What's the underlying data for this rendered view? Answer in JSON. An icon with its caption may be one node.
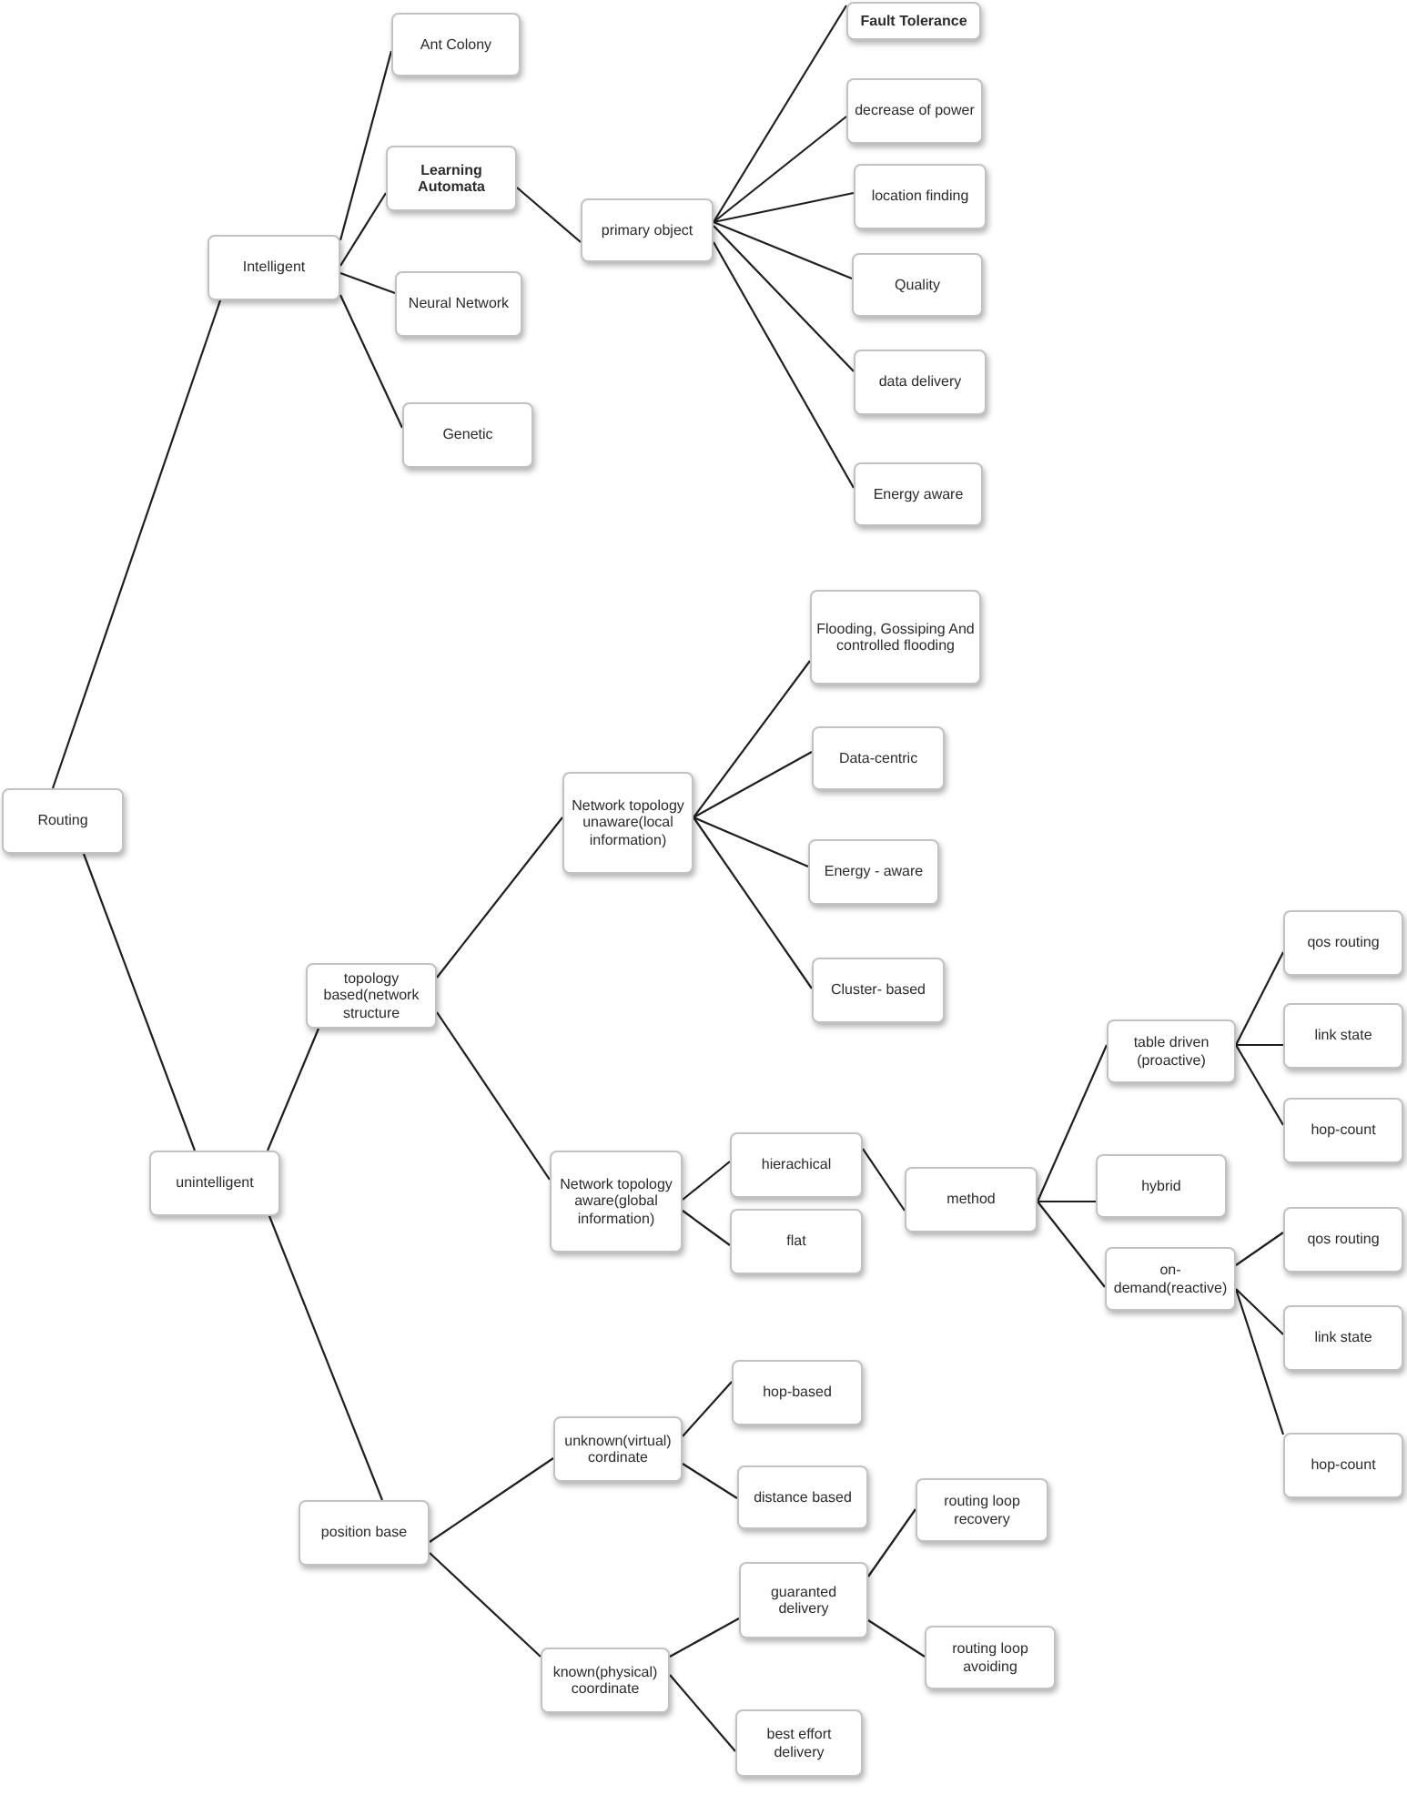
{
  "diagram": {
    "nodes": [
      {
        "text": [
          "Routing"
        ]
      },
      {
        "text": [
          "Intelligent"
        ]
      },
      {
        "text": [
          "Ant Colony"
        ]
      },
      {
        "text": [
          "Learning Automata"
        ]
      },
      {
        "text": [
          "primary object"
        ]
      },
      {
        "text": [
          "Fault Tolerance"
        ]
      },
      {
        "text": [
          "decrease of power"
        ]
      },
      {
        "text": [
          "location finding"
        ]
      },
      {
        "text": [
          "Quality"
        ]
      },
      {
        "text": [
          "data delivery"
        ]
      },
      {
        "text": [
          "Energy aware"
        ]
      },
      {
        "text": [
          "Neural Network"
        ]
      },
      {
        "text": [
          "Genetic"
        ]
      },
      {
        "text": [
          "unintelligent"
        ]
      },
      {
        "text": [
          "topology based(network structure"
        ]
      },
      {
        "text": [
          "Network topology unaware(local information)"
        ]
      },
      {
        "text": [
          "Flooding, Gossiping And controlled flooding"
        ]
      },
      {
        "text": [
          "Data-centric"
        ]
      },
      {
        "text": [
          "Energy - aware"
        ]
      },
      {
        "text": [
          "Cluster- based"
        ]
      },
      {
        "text": [
          "Network topology aware(global information)"
        ]
      },
      {
        "text": [
          "hierachical"
        ]
      },
      {
        "text": [
          "method"
        ]
      },
      {
        "text": [
          "table driven (proactive)"
        ]
      },
      {
        "text": [
          "qos routing"
        ]
      },
      {
        "text": [
          "link state"
        ]
      },
      {
        "text": [
          "hop-count"
        ]
      },
      {
        "text": [
          "hybrid"
        ]
      },
      {
        "text": [
          "on-demand(reactive)"
        ]
      },
      {
        "text": [
          "qos routing"
        ]
      },
      {
        "text": [
          "link state"
        ]
      },
      {
        "text": [
          "hop-count"
        ]
      },
      {
        "text": [
          "flat"
        ]
      },
      {
        "text": [
          "position base"
        ]
      },
      {
        "text": [
          "unknown(virtual) cordinate"
        ]
      },
      {
        "text": [
          "hop-based"
        ]
      },
      {
        "text": [
          "distance based"
        ]
      },
      {
        "text": [
          "known(physical) coordinate"
        ]
      },
      {
        "text": [
          "guaranted delivery"
        ]
      },
      {
        "text": [
          "routing loop recovery"
        ]
      },
      {
        "text": [
          "routing loop avoiding"
        ]
      },
      {
        "text": [
          "best effort delivery"
        ]
      }
    ],
    "edges": [
      {
        "from": 0,
        "to": 1,
        "arrow": "none"
      },
      {
        "from": 0,
        "to": 13,
        "arrow": "none"
      },
      {
        "from": 1,
        "to": 2,
        "arrow": "none"
      },
      {
        "from": 1,
        "to": 3,
        "arrow": "none"
      },
      {
        "from": 1,
        "to": 11,
        "arrow": "none"
      },
      {
        "from": 1,
        "to": 12,
        "arrow": "none"
      },
      {
        "from": 3,
        "to": 4,
        "arrow": "none"
      },
      {
        "from": 4,
        "to": 5,
        "arrow": "none"
      },
      {
        "from": 4,
        "to": 6,
        "arrow": "none"
      },
      {
        "from": 4,
        "to": 7,
        "arrow": "none"
      },
      {
        "from": 4,
        "to": 8,
        "arrow": "none"
      },
      {
        "from": 4,
        "to": 9,
        "arrow": "none"
      },
      {
        "from": 4,
        "to": 10,
        "arrow": "none"
      },
      {
        "from": 13,
        "to": 14,
        "arrow": "none"
      },
      {
        "from": 13,
        "to": 33,
        "arrow": "none"
      },
      {
        "from": 14,
        "to": 15,
        "arrow": "none"
      },
      {
        "from": 14,
        "to": 20,
        "arrow": "none"
      },
      {
        "from": 15,
        "to": 16,
        "arrow": "none"
      },
      {
        "from": 15,
        "to": 17,
        "arrow": "none"
      },
      {
        "from": 15,
        "to": 18,
        "arrow": "none"
      },
      {
        "from": 15,
        "to": 19,
        "arrow": "none"
      },
      {
        "from": 20,
        "to": 21,
        "arrow": "none"
      },
      {
        "from": 20,
        "to": 32,
        "arrow": "none"
      },
      {
        "from": 21,
        "to": 22,
        "arrow": "none"
      },
      {
        "from": 22,
        "to": 23,
        "arrow": "none"
      },
      {
        "from": 22,
        "to": 27,
        "arrow": "none"
      },
      {
        "from": 22,
        "to": 28,
        "arrow": "none"
      },
      {
        "from": 23,
        "to": 24,
        "arrow": "none"
      },
      {
        "from": 23,
        "to": 25,
        "arrow": "none"
      },
      {
        "from": 23,
        "to": 26,
        "arrow": "none"
      },
      {
        "from": 28,
        "to": 29,
        "arrow": "none"
      },
      {
        "from": 28,
        "to": 30,
        "arrow": "none"
      },
      {
        "from": 28,
        "to": 31,
        "arrow": "none"
      },
      {
        "from": 33,
        "to": 34,
        "arrow": "none"
      },
      {
        "from": 33,
        "to": 37,
        "arrow": "none"
      },
      {
        "from": 34,
        "to": 35,
        "arrow": "none"
      },
      {
        "from": 34,
        "to": 36,
        "arrow": "none"
      },
      {
        "from": 37,
        "to": 38,
        "arrow": "none"
      },
      {
        "from": 37,
        "to": 41,
        "arrow": "none"
      },
      {
        "from": 38,
        "to": 39,
        "arrow": "none"
      },
      {
        "from": 38,
        "to": 40,
        "arrow": "none"
      }
    ]
  }
}
